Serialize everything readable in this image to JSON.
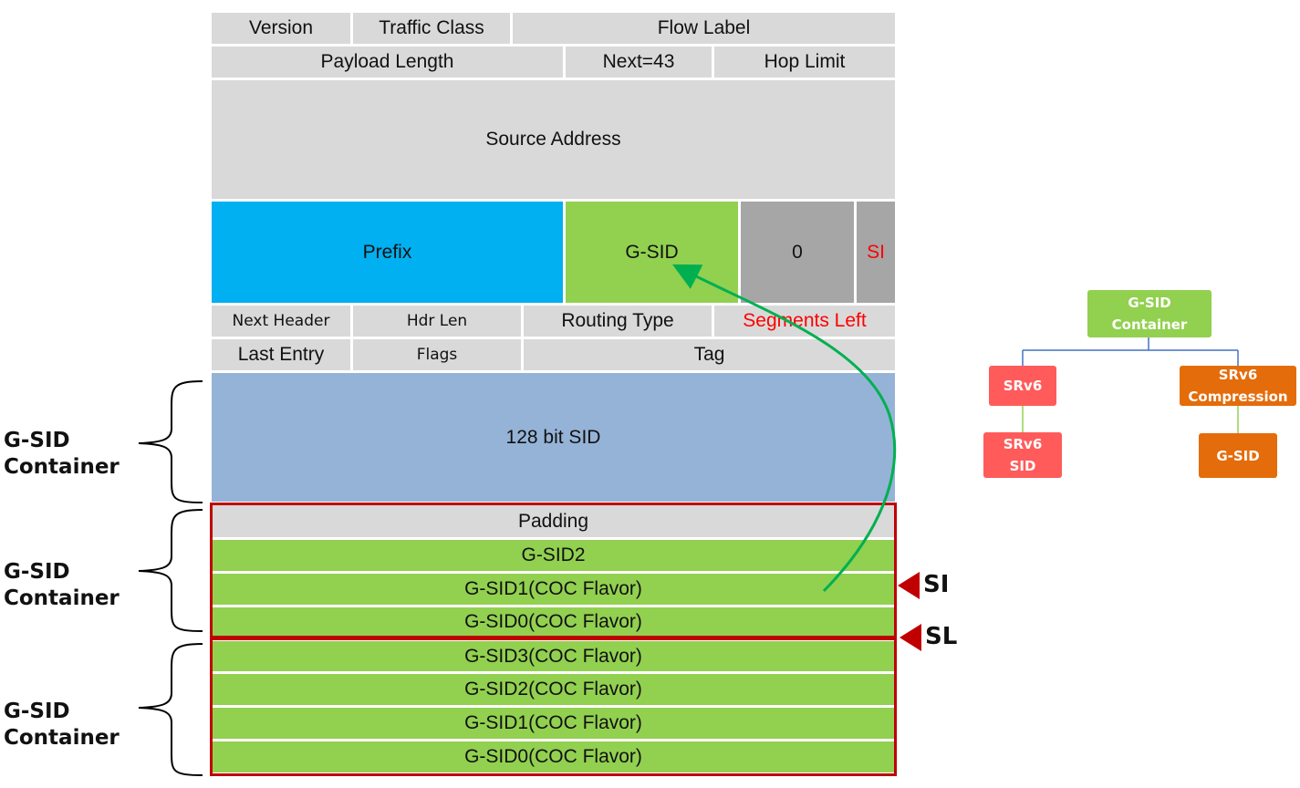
{
  "header": {
    "version": "Version",
    "traffic_class": "Traffic Class",
    "flow_label": "Flow Label",
    "payload_length": "Payload Length",
    "next_header": "Next=43",
    "hop_limit": "Hop Limit",
    "source_address": "Source Address"
  },
  "destination": {
    "prefix": "Prefix",
    "gsid": "G-SID",
    "zero": "0",
    "si": "SI"
  },
  "srh": {
    "next_header": "Next Header",
    "hdr_len": "Hdr Len",
    "routing_type": "Routing Type",
    "segments_left": "Segments Left",
    "last_entry": "Last Entry",
    "flags": "Flags",
    "tag": "Tag"
  },
  "segment_list": {
    "sid_128": "128 bit SID",
    "container2": [
      "Padding",
      "G-SID2",
      "G-SID1(COC Flavor)",
      "G-SID0(COC Flavor)"
    ],
    "container3": [
      "G-SID3(COC Flavor)",
      "G-SID2(COC Flavor)",
      "G-SID1(COC Flavor)",
      "G-SID0(COC Flavor)"
    ]
  },
  "container_labels": [
    [
      "G-SID",
      "Container"
    ],
    [
      "G-SID",
      "Container"
    ],
    [
      "G-SID",
      "Container"
    ]
  ],
  "pointers": {
    "si": "SI",
    "sl": "SL"
  },
  "tree": {
    "root": [
      "G-SID",
      "Container"
    ],
    "left": "SRv6",
    "left_child": [
      "SRv6",
      "SID"
    ],
    "right": [
      "SRv6",
      "Compression"
    ],
    "right_child": "G-SID"
  },
  "colors": {
    "prefix": "#00b0f0",
    "gsid": "#92d050",
    "sid_128": "#95b3d7",
    "highlight": "#ff0000",
    "container_border": "#c00000",
    "arrow": "#00b050",
    "tree_root": "#92d050",
    "tree_left": "#ff5b5b",
    "tree_right": "#e46c0a",
    "tree_line": "#4472c4"
  }
}
